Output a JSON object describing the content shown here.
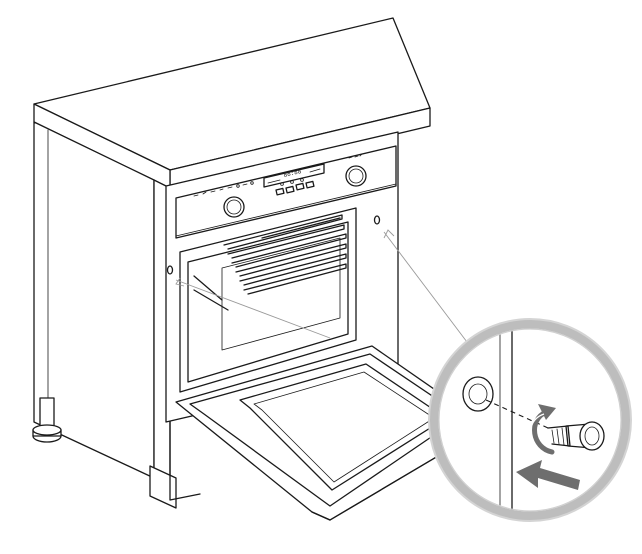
{
  "diagram": {
    "display_readout": "88:88",
    "colors": {
      "line": "#1a1a1a",
      "guide": "#9a9a9a",
      "magnifier_ring": "#bdbdbd",
      "arrow": "#6e6e6e"
    },
    "icons": [
      "cabinet-illustration",
      "oven-illustration",
      "magnifier-detail",
      "screw-icon",
      "rotate-arrow-icon",
      "insert-arrow-icon"
    ]
  }
}
